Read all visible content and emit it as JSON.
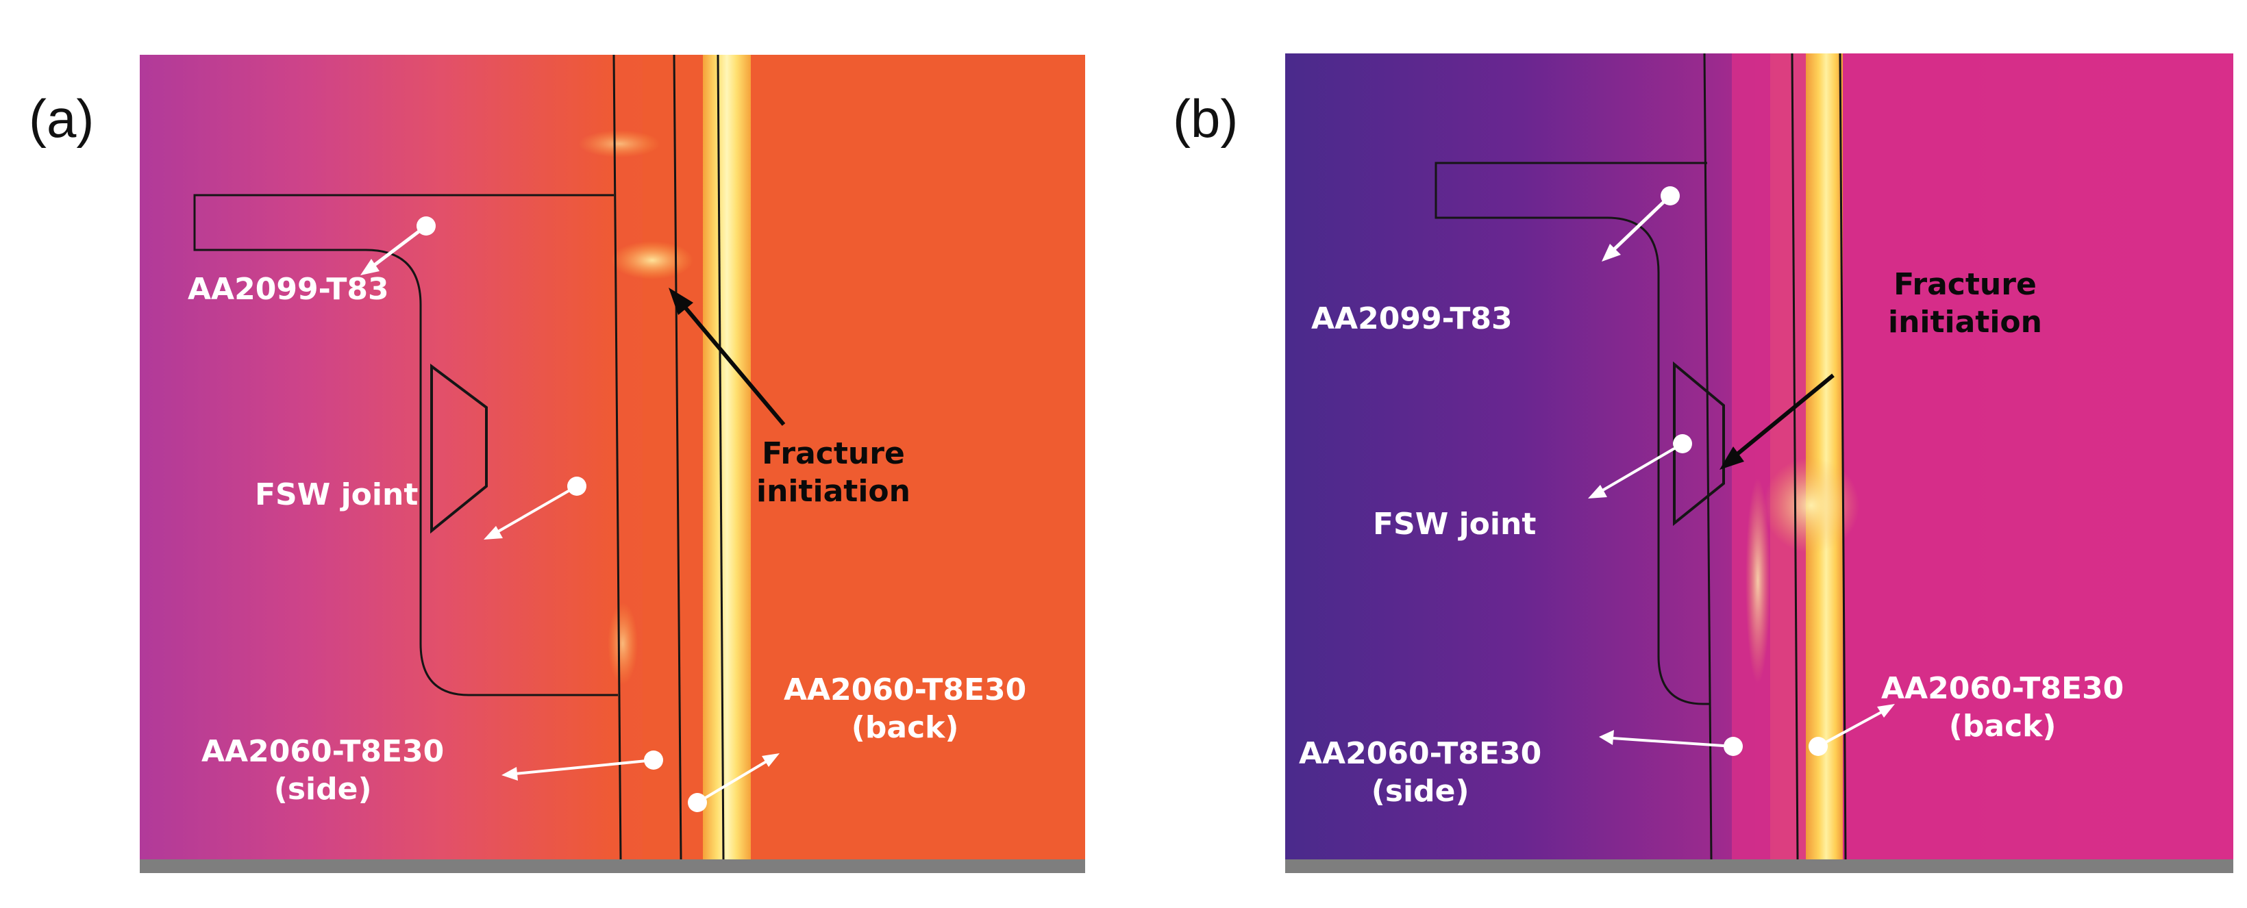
{
  "panels": [
    {
      "label": "(a)",
      "labels": {
        "aa2099": "AA2099-T83",
        "fsw": "FSW joint",
        "fracture": "Fracture initiation",
        "fracture_line1": "Fracture",
        "fracture_line2": "initiation",
        "aa2060_side_line1": "AA2060-T8E30",
        "aa2060_side_line2": "(side)",
        "aa2060_back_line1": "AA2060-T8E30",
        "aa2060_back_line2": "(back)"
      },
      "colors": {
        "background": "#ee5a2c",
        "left_region": "#c93f8a",
        "hot": "#fff3a8"
      }
    },
    {
      "label": "(b)",
      "labels": {
        "aa2099": "AA2099-T83",
        "fsw": "FSW joint",
        "fracture_line1": "Fracture",
        "fracture_line2": "initiation",
        "aa2060_side_line1": "AA2060-T8E30",
        "aa2060_side_line2": "(side)",
        "aa2060_back_line1": "AA2060-T8E30",
        "aa2060_back_line2": "(back)"
      },
      "colors": {
        "background": "#d42a8a",
        "left_region": "#5a2490",
        "hot": "#fff3a8"
      }
    }
  ]
}
